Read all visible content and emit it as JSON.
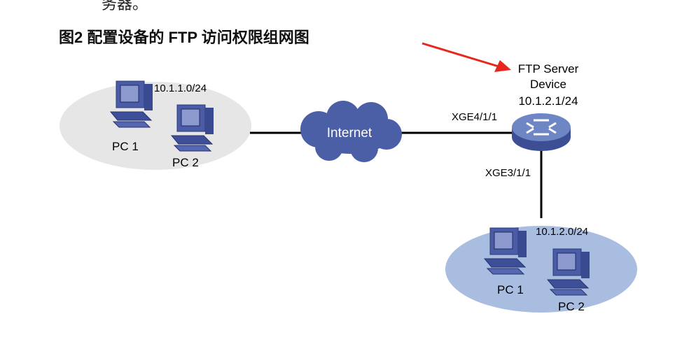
{
  "document": {
    "prev_text": "务器。",
    "figure_title": "图2  配置设备的 FTP 访问权限组网图"
  },
  "diagram": {
    "site_a": {
      "subnet": "10.1.1.0/24",
      "pc1": "PC 1",
      "pc2": "PC 2"
    },
    "internet": "Internet",
    "server": {
      "line1": "FTP Server",
      "line2": "Device",
      "ip": "10.1.2.1/24",
      "port_up": "XGE4/1/1",
      "port_down": "XGE3/1/1"
    },
    "site_b": {
      "subnet": "10.1.2.0/24",
      "pc1": "PC 1",
      "pc2": "PC 2"
    },
    "colors": {
      "site_a_fill": "#e6e6e6",
      "site_b_fill": "#a9bde0",
      "cloud": "#4a5fa6",
      "router": "#6f86c4",
      "arrow": "#e8261d"
    }
  }
}
